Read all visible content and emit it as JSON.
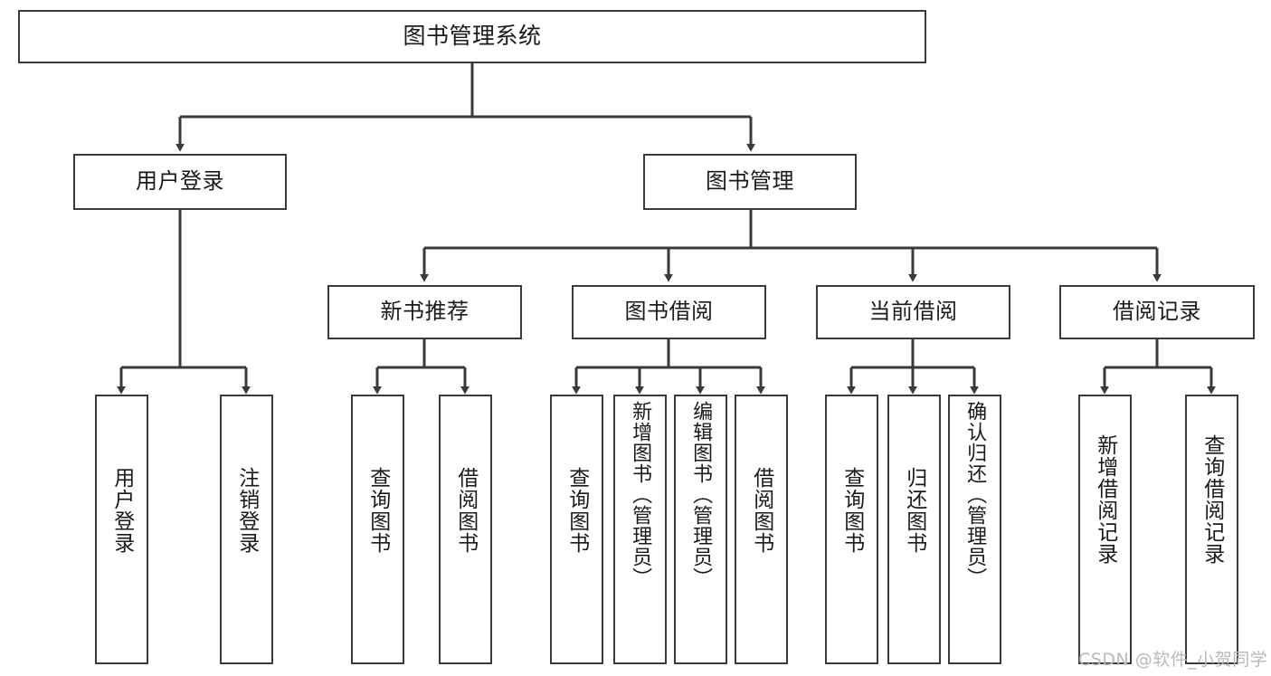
{
  "diagram": {
    "title": "图书管理系统",
    "type": "tree-hierarchy",
    "watermark": "CSDN @软件_小贺同学",
    "colors": {
      "background": "#ffffff",
      "border": "#3a3a3a",
      "text": "#1a1a1a",
      "connector": "#3a3a3a",
      "watermark": "#b9b9b9"
    },
    "levels": {
      "root": {
        "label": "图书管理系统"
      },
      "level2": [
        {
          "id": "user-login",
          "label": "用户登录"
        },
        {
          "id": "book-management",
          "label": "图书管理"
        }
      ],
      "level3": [
        {
          "id": "new-book-recommend",
          "label": "新书推荐",
          "parent": "book-management"
        },
        {
          "id": "book-borrow",
          "label": "图书借阅",
          "parent": "book-management"
        },
        {
          "id": "current-borrow",
          "label": "当前借阅",
          "parent": "book-management"
        },
        {
          "id": "borrow-record",
          "label": "借阅记录",
          "parent": "book-management"
        }
      ],
      "leaves": [
        {
          "id": "leaf-user-login",
          "label": "用户登录",
          "parent": "user-login"
        },
        {
          "id": "leaf-logout-login",
          "label": "注销登录",
          "parent": "user-login"
        },
        {
          "id": "leaf-query-book-1",
          "label": "查询图书",
          "parent": "new-book-recommend"
        },
        {
          "id": "leaf-borrow-book-1",
          "label": "借阅图书",
          "parent": "new-book-recommend"
        },
        {
          "id": "leaf-query-book-2",
          "label": "查询图书",
          "parent": "book-borrow"
        },
        {
          "id": "leaf-add-book",
          "label": "新增图书（管理员）",
          "parent": "book-borrow"
        },
        {
          "id": "leaf-edit-book",
          "label": "编辑图书（管理员）",
          "parent": "book-borrow"
        },
        {
          "id": "leaf-borrow-book-2",
          "label": "借阅图书",
          "parent": "book-borrow"
        },
        {
          "id": "leaf-query-book-3",
          "label": "查询图书",
          "parent": "current-borrow"
        },
        {
          "id": "leaf-return-book",
          "label": "归还图书",
          "parent": "current-borrow"
        },
        {
          "id": "leaf-confirm-return",
          "label": "确认归还（管理员）",
          "parent": "current-borrow"
        },
        {
          "id": "leaf-add-record",
          "label": "新增借阅记录",
          "parent": "borrow-record"
        },
        {
          "id": "leaf-query-record",
          "label": "查询借阅记录",
          "parent": "borrow-record"
        }
      ]
    }
  }
}
